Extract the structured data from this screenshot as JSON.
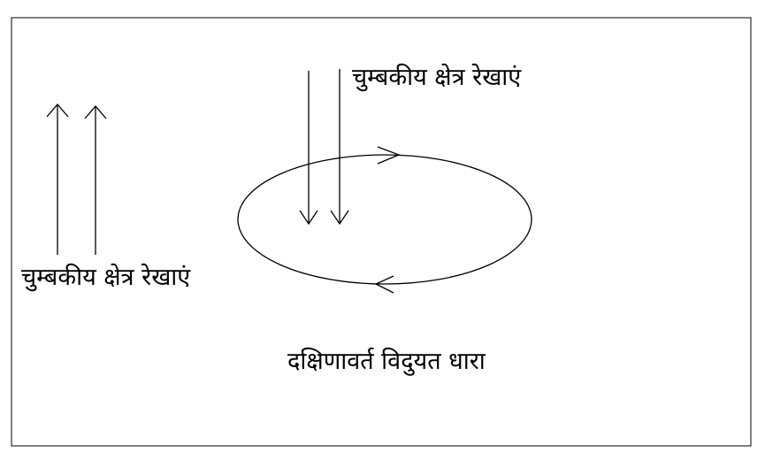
{
  "labels": {
    "field_lines_top": "चुम्बकीय क्षेत्र रेखाएं",
    "field_lines_left": "चुम्बकीय क्षेत्र रेखाएं",
    "current_direction": "दक्षिणावर्त विदुयत धारा"
  },
  "colors": {
    "stroke": "#000000",
    "background": "#ffffff"
  }
}
